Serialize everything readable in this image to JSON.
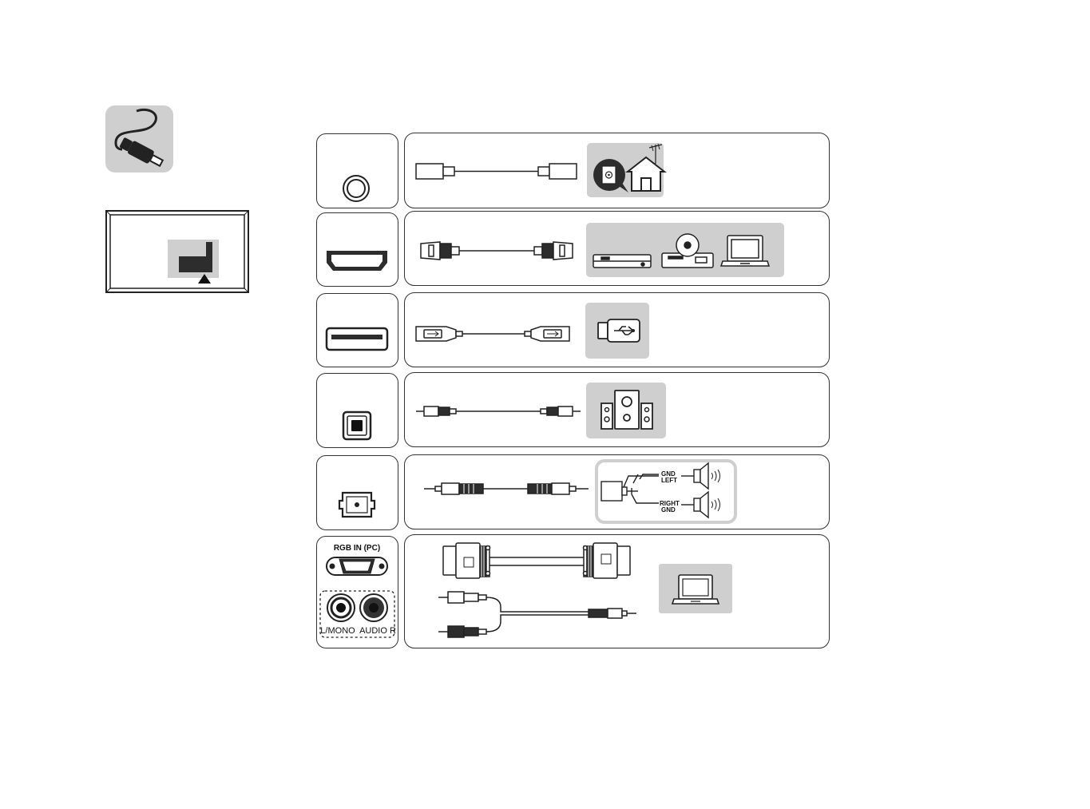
{
  "colors": {
    "outline": "#333333",
    "panel_gray": "#cfcfcf",
    "dark_fill": "#2d2d2d",
    "background": "#ffffff"
  },
  "icons": [
    "cable-icon",
    "tv-back-panel-icon",
    "antenna-icon",
    "house-icon",
    "set-top-box-icon",
    "dvd-player-icon",
    "laptop-icon",
    "usb-drive-icon",
    "speaker-system-icon",
    "headphone-speaker-icon"
  ],
  "rows": [
    {
      "id": "antenna",
      "port": "coaxial-port",
      "device": "antenna-house"
    },
    {
      "id": "hdmi",
      "port": "hdmi-port",
      "devices": [
        "set-top-box",
        "dvd-player",
        "laptop"
      ]
    },
    {
      "id": "usb",
      "port": "usb-port",
      "device": "usb-drive"
    },
    {
      "id": "optical",
      "port": "optical-port",
      "device": "speaker-system"
    },
    {
      "id": "headphone",
      "port": "headphone-port",
      "device": "speakers"
    },
    {
      "id": "rgb",
      "port": "rgb-and-audio-ports",
      "device": "laptop"
    }
  ],
  "labels": {
    "gnd_top": "GND",
    "left": "LEFT",
    "right": "RIGHT",
    "gnd_bottom": "GND",
    "rgb_in": "RGB IN (PC)",
    "l_mono": "L/MONO",
    "audio_r": "AUDIO R"
  }
}
